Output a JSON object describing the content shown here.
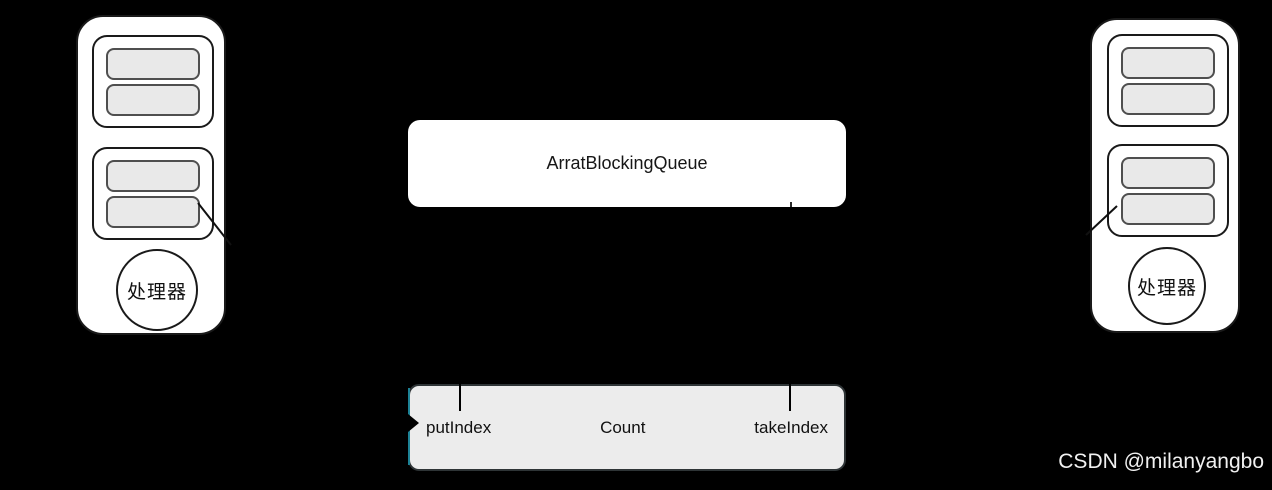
{
  "queue_box": {
    "label": "ArratBlockingQueue"
  },
  "index_box": {
    "put_label": "putIndex",
    "count_label": "Count",
    "take_label": "takeIndex"
  },
  "processors": {
    "left_label": "处理器",
    "right_label": "处理器"
  },
  "watermark": {
    "text": "CSDN @milanyangbo"
  },
  "colors": {
    "background": "#000000",
    "box_fill": "#ffffff",
    "slot_fill": "#e9e9e9",
    "index_fill": "#ececec",
    "stroke": "#1a1a1a",
    "accent_teal": "#1d8296",
    "watermark_color": "#f1f1f1"
  }
}
